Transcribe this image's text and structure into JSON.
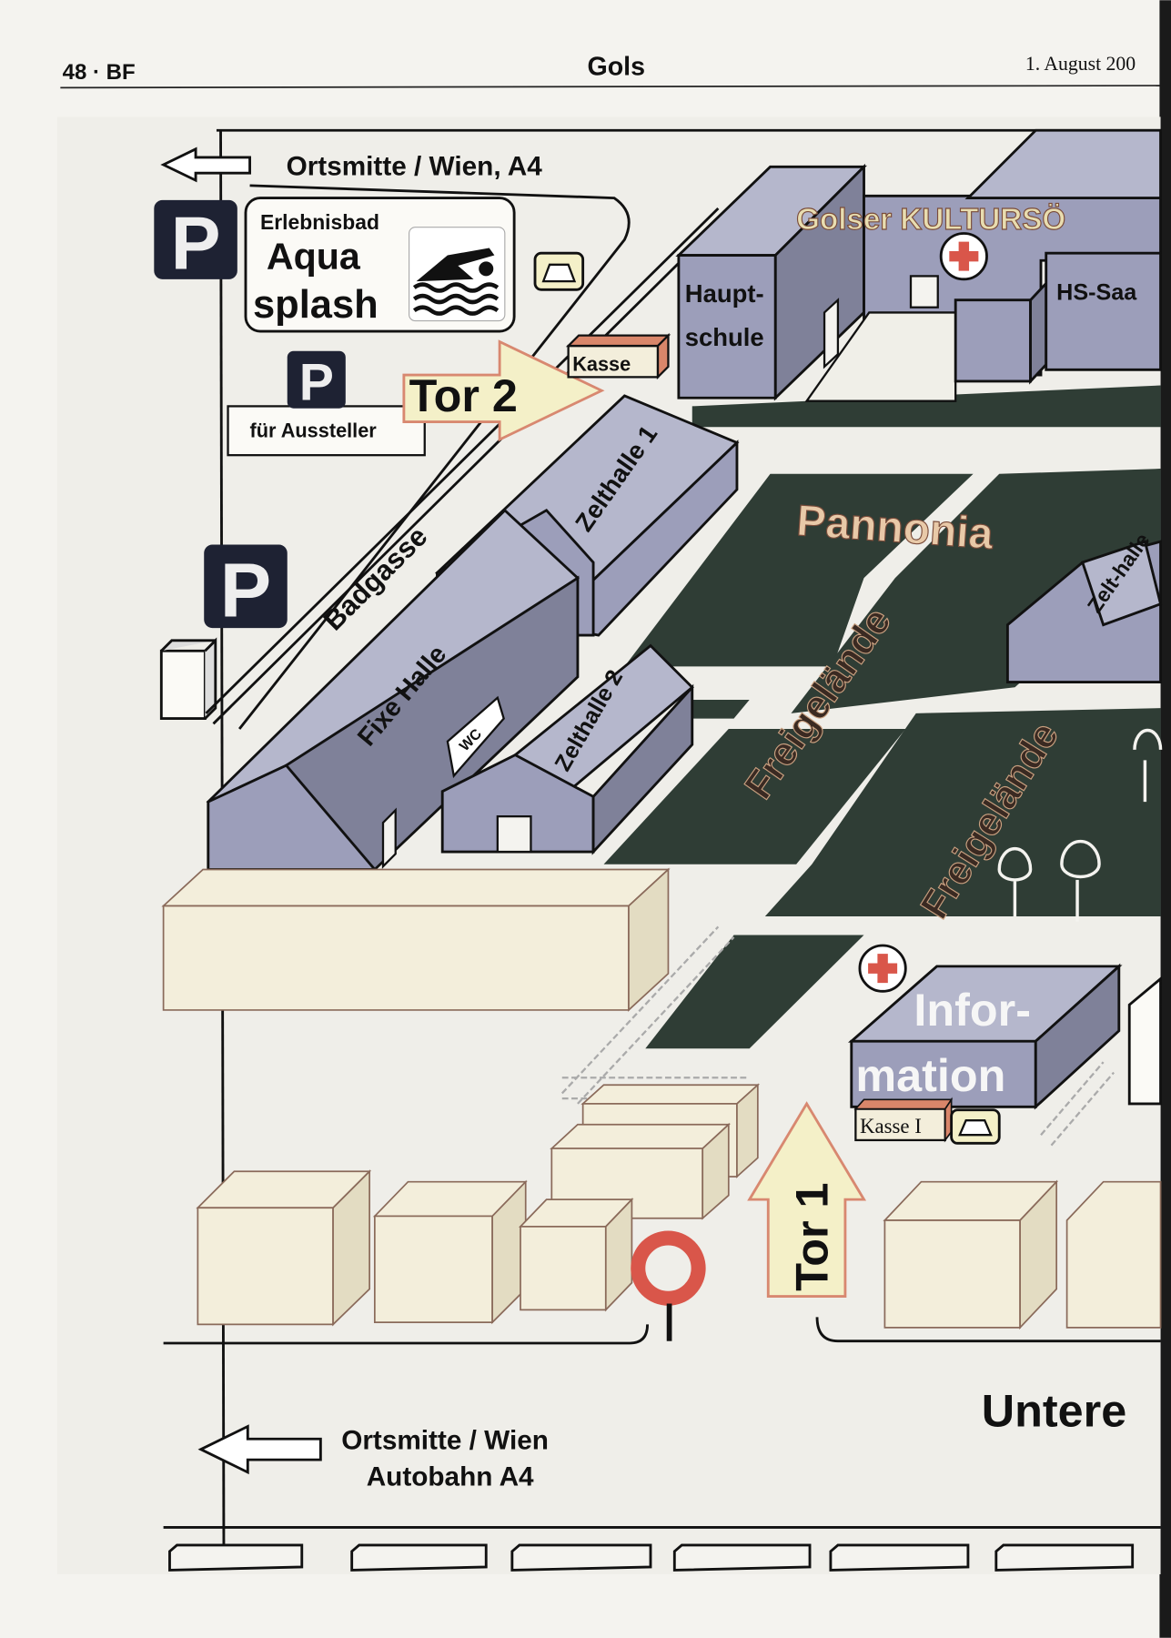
{
  "header": {
    "page_number": "48 · BF",
    "section_title": "Gols",
    "date": "1. August 200"
  },
  "map": {
    "top_direction": "Ortsmitte / Wien, A4",
    "aquasplash": {
      "line1": "Erlebnisbad",
      "line2": "Aqua",
      "line3": "splash"
    },
    "parking_symbol": "P",
    "parking_exhibitors": "für Aussteller",
    "gate2": "Tor 2",
    "gate1": "Tor 1",
    "cashier": "Kasse",
    "cashier1": "Kasse I",
    "street_badgasse": "Badgasse",
    "hall_fixed": "Fixe Halle",
    "tent_hall1": "Zelthalle 1",
    "tent_hall2": "Zelthalle 2",
    "tent_hall_right": "Zelt-halle",
    "wc": "WC",
    "school": {
      "line1": "Haupt-",
      "line2": "schule"
    },
    "culture_hall": "Golser KULTURSÖ",
    "hs_hall": "HS-Saa",
    "pannonia": "Pannonia",
    "open_area": "Freigelände",
    "information": {
      "line1": "Infor-",
      "line2": "mation"
    },
    "street_bottom": "Untere",
    "bottom_direction": {
      "line1": "Ortsmitte / Wien",
      "line2": "Autobahn A4"
    },
    "colors": {
      "building": "#9c9eba",
      "field": "#2f3d35",
      "arrow": "#f4f0c8",
      "red_cross": "#d9564a",
      "parking": "#1e2233"
    }
  }
}
